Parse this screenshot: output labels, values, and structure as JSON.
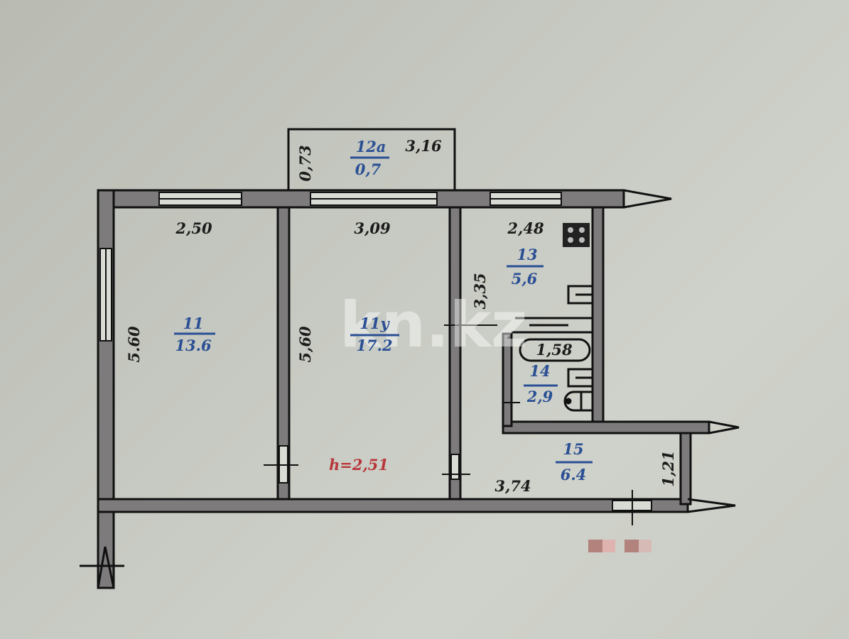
{
  "plan": {
    "ceiling_height": "h=2,51",
    "watermark": "kn.kz",
    "rooms": [
      {
        "id": "11",
        "area": "13.6",
        "width": "2,50",
        "length": "5.60"
      },
      {
        "id": "11у",
        "area": "17.2",
        "width": "3,09",
        "length": "5,60"
      },
      {
        "id": "12а",
        "area": "0,7",
        "width": "3,16",
        "length": "0,73"
      },
      {
        "id": "13",
        "area": "5,6",
        "width": "2,48",
        "length": "3,35"
      },
      {
        "id": "14",
        "area": "2,9",
        "width": "1,58"
      },
      {
        "id": "15",
        "area": "6.4",
        "width": "3,74",
        "length": "1,21"
      }
    ],
    "fixtures": [
      "stove-icon",
      "sink-icon",
      "bathtub-icon",
      "washbasin-icon",
      "toilet-icon"
    ],
    "colors": {
      "walls": "#7d7b7c",
      "wall_outline": "#111111",
      "room_labels": "#2a4f94",
      "dimensions": "#1c1c1c",
      "height_label": "#b8373a",
      "paper": "#c9ccc4"
    }
  }
}
